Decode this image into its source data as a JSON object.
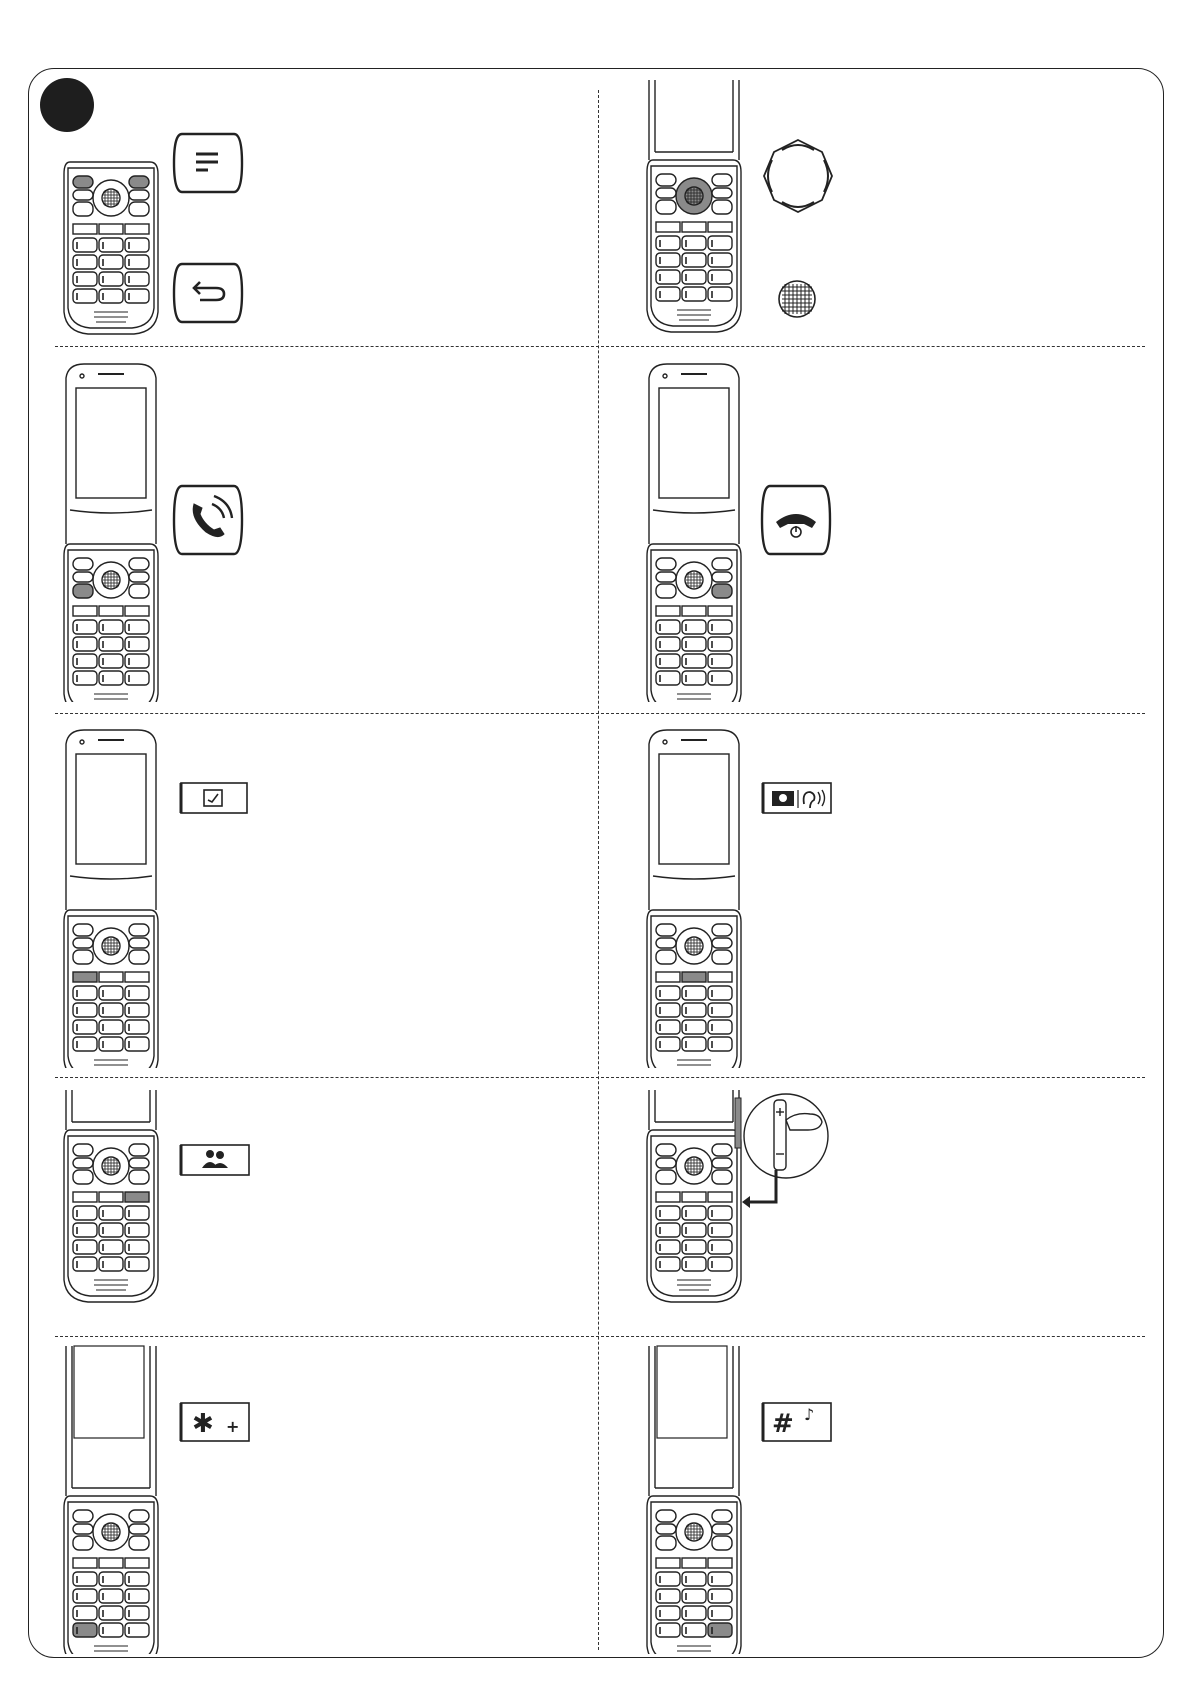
{
  "page": {
    "badge": "",
    "cells": [
      {
        "id": "menu-back",
        "icons": [
          "menu-key-icon",
          "back-key-icon"
        ],
        "highlight": "soft-keys"
      },
      {
        "id": "navigation",
        "icons": [
          "navigation-pad-icon",
          "ok-key-icon"
        ],
        "highlight": "nav-pad"
      },
      {
        "id": "call",
        "icons": [
          "call-key-icon"
        ],
        "highlight": "call-key"
      },
      {
        "id": "end-power",
        "icons": [
          "end-power-key-icon"
        ],
        "highlight": "end-key"
      },
      {
        "id": "shortcut-left",
        "icons": [
          "shortcut-key-icon"
        ],
        "highlight": "key-left"
      },
      {
        "id": "camera-hearing",
        "icons": [
          "camera-hearing-key-icon"
        ],
        "highlight": "key-mid"
      },
      {
        "id": "contacts",
        "icons": [
          "contacts-key-icon"
        ],
        "highlight": "key-right"
      },
      {
        "id": "volume",
        "icons": [
          "volume-side-key-icon"
        ],
        "highlight": "side-key"
      },
      {
        "id": "star",
        "icons": [
          "star-key-icon"
        ],
        "highlight": "star-key"
      },
      {
        "id": "hash",
        "icons": [
          "hash-key-icon"
        ],
        "highlight": "hash-key"
      }
    ],
    "colors": {
      "line": "#222222",
      "highlight": "#8a8a8a",
      "badge": "#1e1e1e"
    }
  }
}
